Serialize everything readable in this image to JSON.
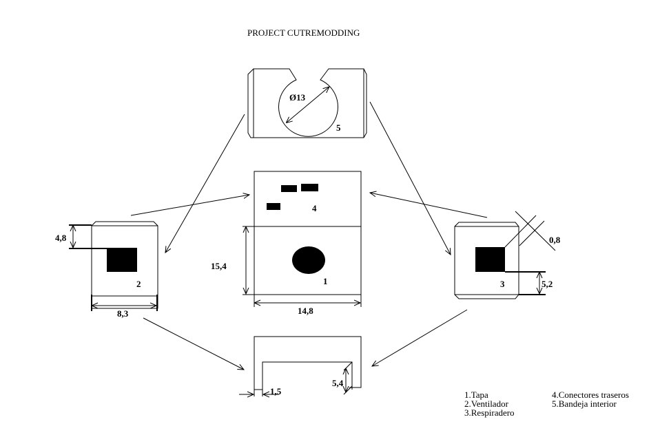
{
  "title": "PROJECT CUTREMODDING",
  "parts": {
    "bandeja": {
      "number": "5",
      "diameter_label": "Ø13"
    },
    "tapa": {
      "number": "1",
      "connectors_number": "4",
      "height_label": "15,4",
      "width_label": "14,8"
    },
    "ventilador": {
      "number": "2",
      "offset_label": "4,8",
      "width_label": "8,3"
    },
    "respiradero": {
      "number": "3",
      "gap_label": "0,8",
      "offset_label": "5,2"
    },
    "bottom": {
      "thickness_label": "1,5",
      "depth_label": "5,4"
    }
  },
  "legend": {
    "col1": [
      "1.Tapa",
      "2.Ventilador",
      "3.Respiradero"
    ],
    "col2": [
      "4.Conectores traseros",
      "5.Bandeja interior"
    ]
  }
}
